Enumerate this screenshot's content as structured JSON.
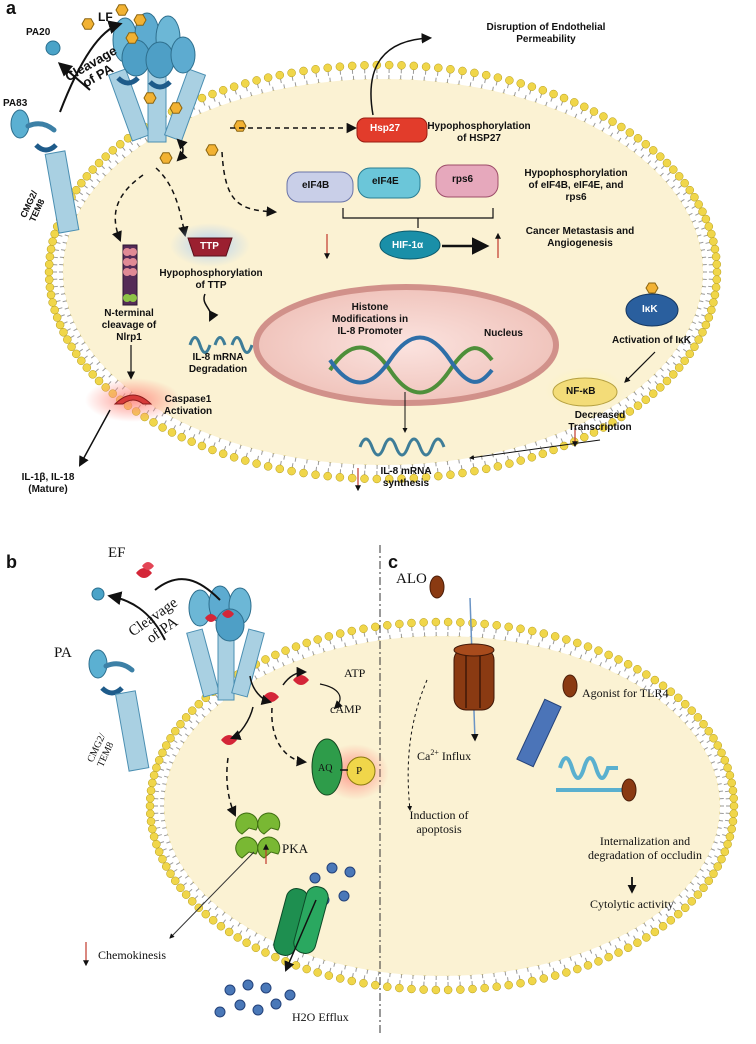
{
  "panels": {
    "a": "a",
    "b": "b",
    "c": "c"
  },
  "panel_a": {
    "pa20": "PA20",
    "pa83": "PA83",
    "lf": "LF",
    "cleavage_line1": "Cleavage",
    "cleavage_line2": "of PA",
    "receptor": "CMG2/\nTEM8",
    "disruption_line1": "Disruption of  Endothelial",
    "disruption_line2": "Permeability",
    "hsp27": "Hsp27",
    "hsp27_label_line1": "Hypophosphorylation",
    "hsp27_label_line2": "of HSP27",
    "eif4b": "eIF4B",
    "eif4e": "eIF4E",
    "rps6": "rps6",
    "eif_label_line1": "Hypophosphorylation",
    "eif_label_line2": "of eIF4B, eIF4E, and",
    "eif_label_line3": "rps6",
    "hif": "HIF-1α",
    "cancer_line1": "Cancer Metastasis and",
    "cancer_line2": "Angiogenesis",
    "ttp": "TTP",
    "ttp_label_line1": "Hypophosphorylation",
    "ttp_label_line2": "of TTP",
    "il8_deg_line1": "IL-8 mRNA",
    "il8_deg_line2": "Degradation",
    "nlrp_line1": "N-terminal",
    "nlrp_line2": "cleavage of",
    "nlrp_line3": "Nlrp1",
    "caspase_line1": "Caspase1",
    "caspase_line2": "Activation",
    "il1_line1": "IL-1β, IL-18",
    "il1_line2": "(Mature)",
    "histone_line1": "Histone",
    "histone_line2": "Modifications  in",
    "histone_line3": "IL-8 Promoter",
    "nucleus": "Nucleus",
    "ikk": "IκK",
    "ikk_label": "Activation of IκK",
    "nfkb": "NF-κB",
    "decreased_line1": "Decreased",
    "decreased_line2": "Transcription",
    "il8_syn_line1": "IL-8 mRNA",
    "il8_syn_line2": "synthesis"
  },
  "panel_b": {
    "ef": "EF",
    "pa": "PA",
    "cleavage_line1": "Cleavage",
    "cleavage_line2": "of PA",
    "receptor": "CMG2/\nTEM8",
    "atp": "ATP",
    "camp": "cAMP",
    "aq": "AQ",
    "p": "P",
    "pka": "PKA",
    "chemokinesis": "Chemokinesis",
    "h2o": "H2O  Efflux"
  },
  "panel_c": {
    "alo": "ALO",
    "ca_influx": "Influx",
    "agonist": "Agonist for TLR4",
    "induction_line1": "Induction of",
    "induction_line2": "apoptosis",
    "intern_line1": "Internalization  and",
    "intern_line2": "degradation of occludin",
    "cytolytic": "Cytolytic activity"
  },
  "colors": {
    "cell_fill": "#fbf2d3",
    "lipid_head": "#f0d64a",
    "lipid_tail": "#9a9a9a",
    "receptor": "#9cc9dd",
    "lf_hex": "#f2b233",
    "hsp27": "#e23c2b",
    "hif": "#1a8fa8",
    "ttp": "#9b2030",
    "ikk": "#2a5f9e",
    "nfkb": "#f3dc78",
    "ef_red": "#d42638",
    "pka_green": "#79b833",
    "aq_green": "#2e9c4a",
    "alo_brown": "#8a3a12",
    "channel_green": "#1e8f50",
    "water_blue": "#4a78b8",
    "tlr4": "#4b74b8",
    "down_arrow": "#c0392b"
  }
}
